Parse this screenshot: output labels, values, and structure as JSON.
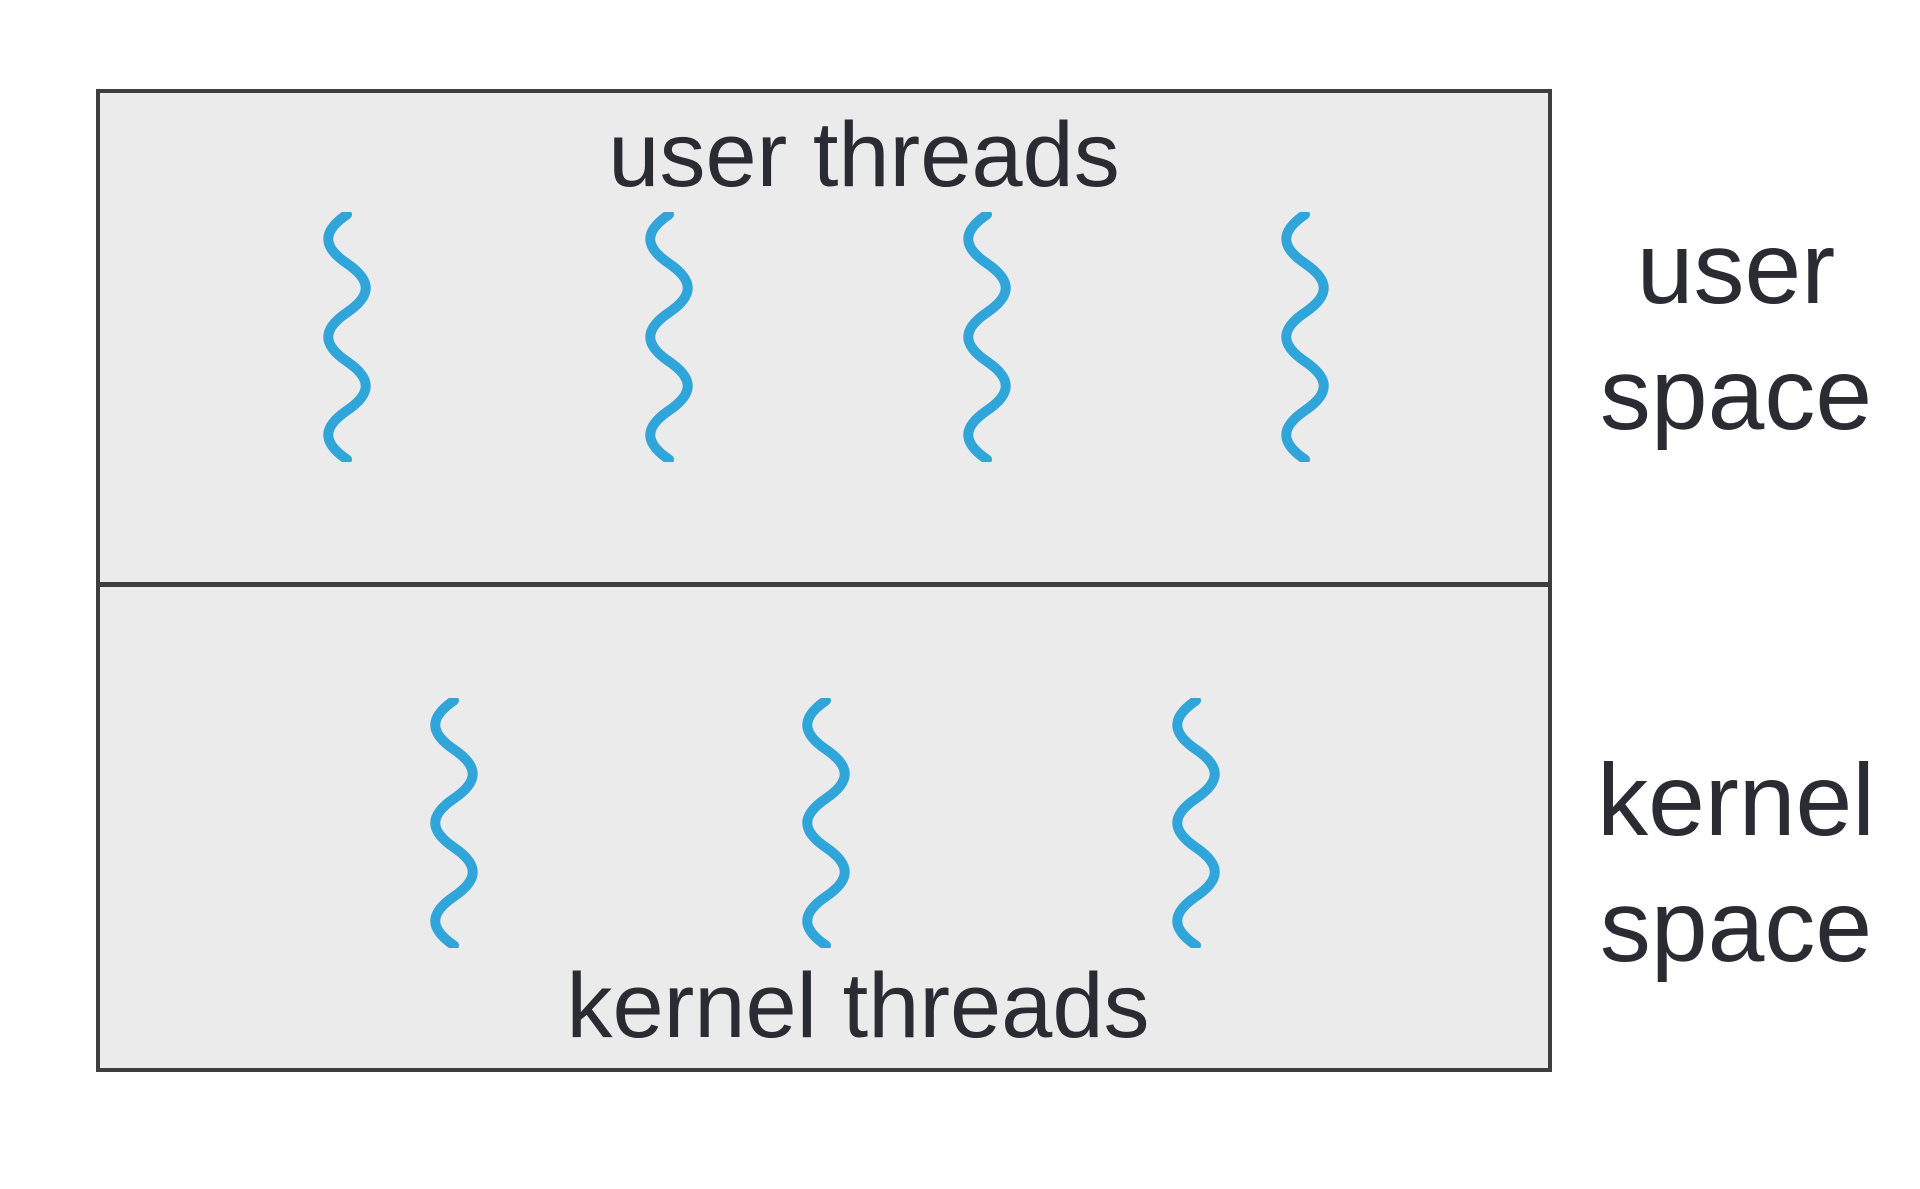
{
  "colors": {
    "thread": "#2fa5da",
    "box_border": "#3e3e3e",
    "box_fill": "#ebebeb",
    "text": "#2b2b33",
    "background": "#ffffff"
  },
  "diagram": {
    "user_section": {
      "title": "user threads",
      "thread_count": 4,
      "side_label_lines": [
        "user",
        "space"
      ]
    },
    "kernel_section": {
      "title": "kernel threads",
      "thread_count": 3,
      "side_label_lines": [
        "kernel",
        "space"
      ]
    }
  }
}
